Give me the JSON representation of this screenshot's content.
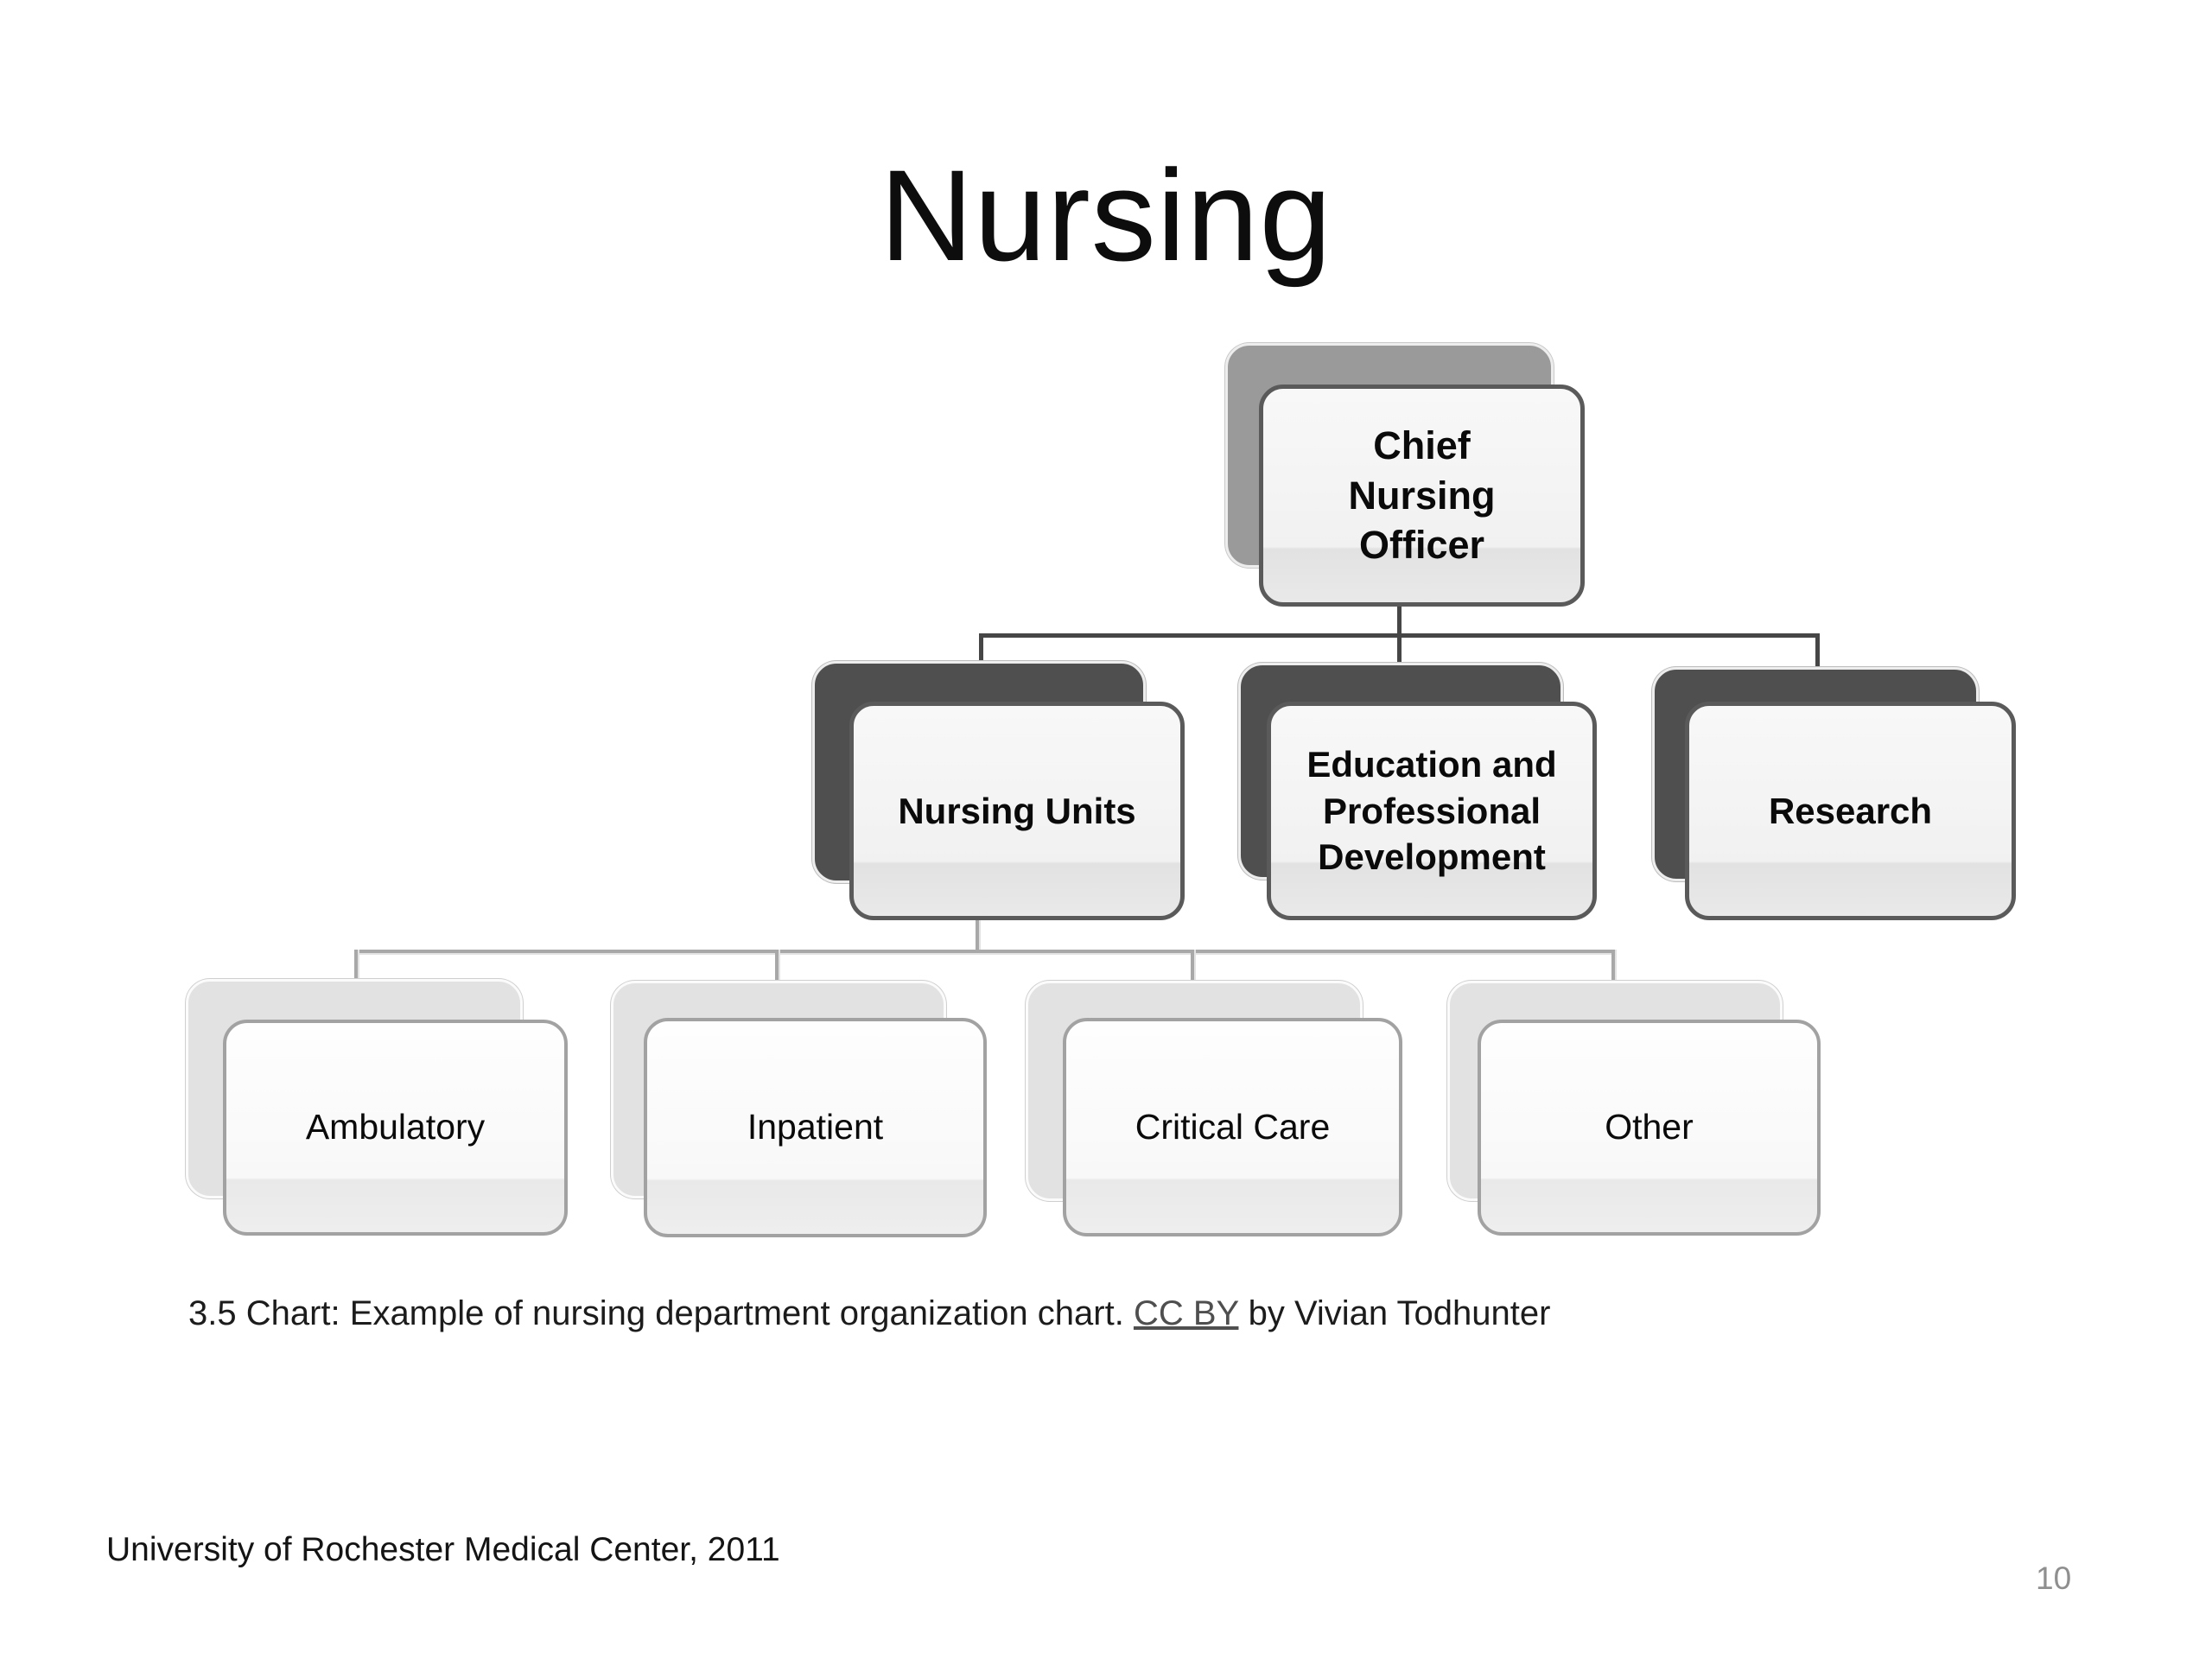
{
  "title": "Nursing",
  "org_chart": {
    "root": {
      "id": "chief-nursing-officer",
      "label": "Chief\nNursing\nOfficer"
    },
    "level2": [
      {
        "id": "nursing-units",
        "label": "Nursing Units"
      },
      {
        "id": "education-professional-development",
        "label": "Education and\nProfessional\nDevelopment"
      },
      {
        "id": "research",
        "label": "Research"
      }
    ],
    "level3": [
      {
        "id": "ambulatory",
        "label": "Ambulatory"
      },
      {
        "id": "inpatient",
        "label": "Inpatient"
      },
      {
        "id": "critical-care",
        "label": "Critical Care"
      },
      {
        "id": "other",
        "label": "Other"
      }
    ]
  },
  "caption": {
    "prefix": "3.5 Chart: Example of nursing department organization chart. ",
    "link_text": "CC BY",
    "suffix": " by Vivian Todhunter"
  },
  "footer": {
    "source": "University of Rochester Medical Center, 2011",
    "page_number": "10"
  },
  "colors": {
    "background": "#ffffff",
    "level1_shadow_box": "#9a9a9a",
    "level2_shadow_box": "#4f4f4f",
    "level3_shadow_box": "#e2e2e2",
    "front_box_fill": "#f4f4f4",
    "front_box_border_dark": "#5a5a5a",
    "front_box_border_light": "#a2a2a2",
    "connector_dark": "#464646",
    "connector_light": "#a8a8a8",
    "page_number_gray": "#8f8f8f"
  }
}
